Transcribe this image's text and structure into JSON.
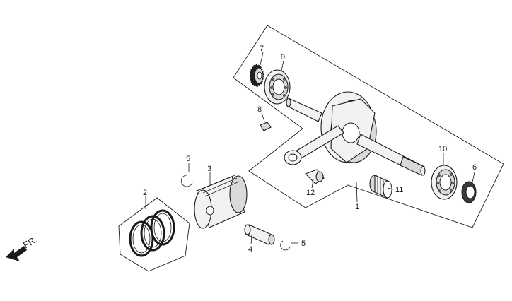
{
  "callouts": {
    "c1": "1",
    "c2": "2",
    "c3": "3",
    "c4": "4",
    "c5a": "5",
    "c5b": "5",
    "c6": "6",
    "c7": "7",
    "c8": "8",
    "c9": "9",
    "c10": "10",
    "c11": "11",
    "c12": "12"
  },
  "direction_label": "FR."
}
